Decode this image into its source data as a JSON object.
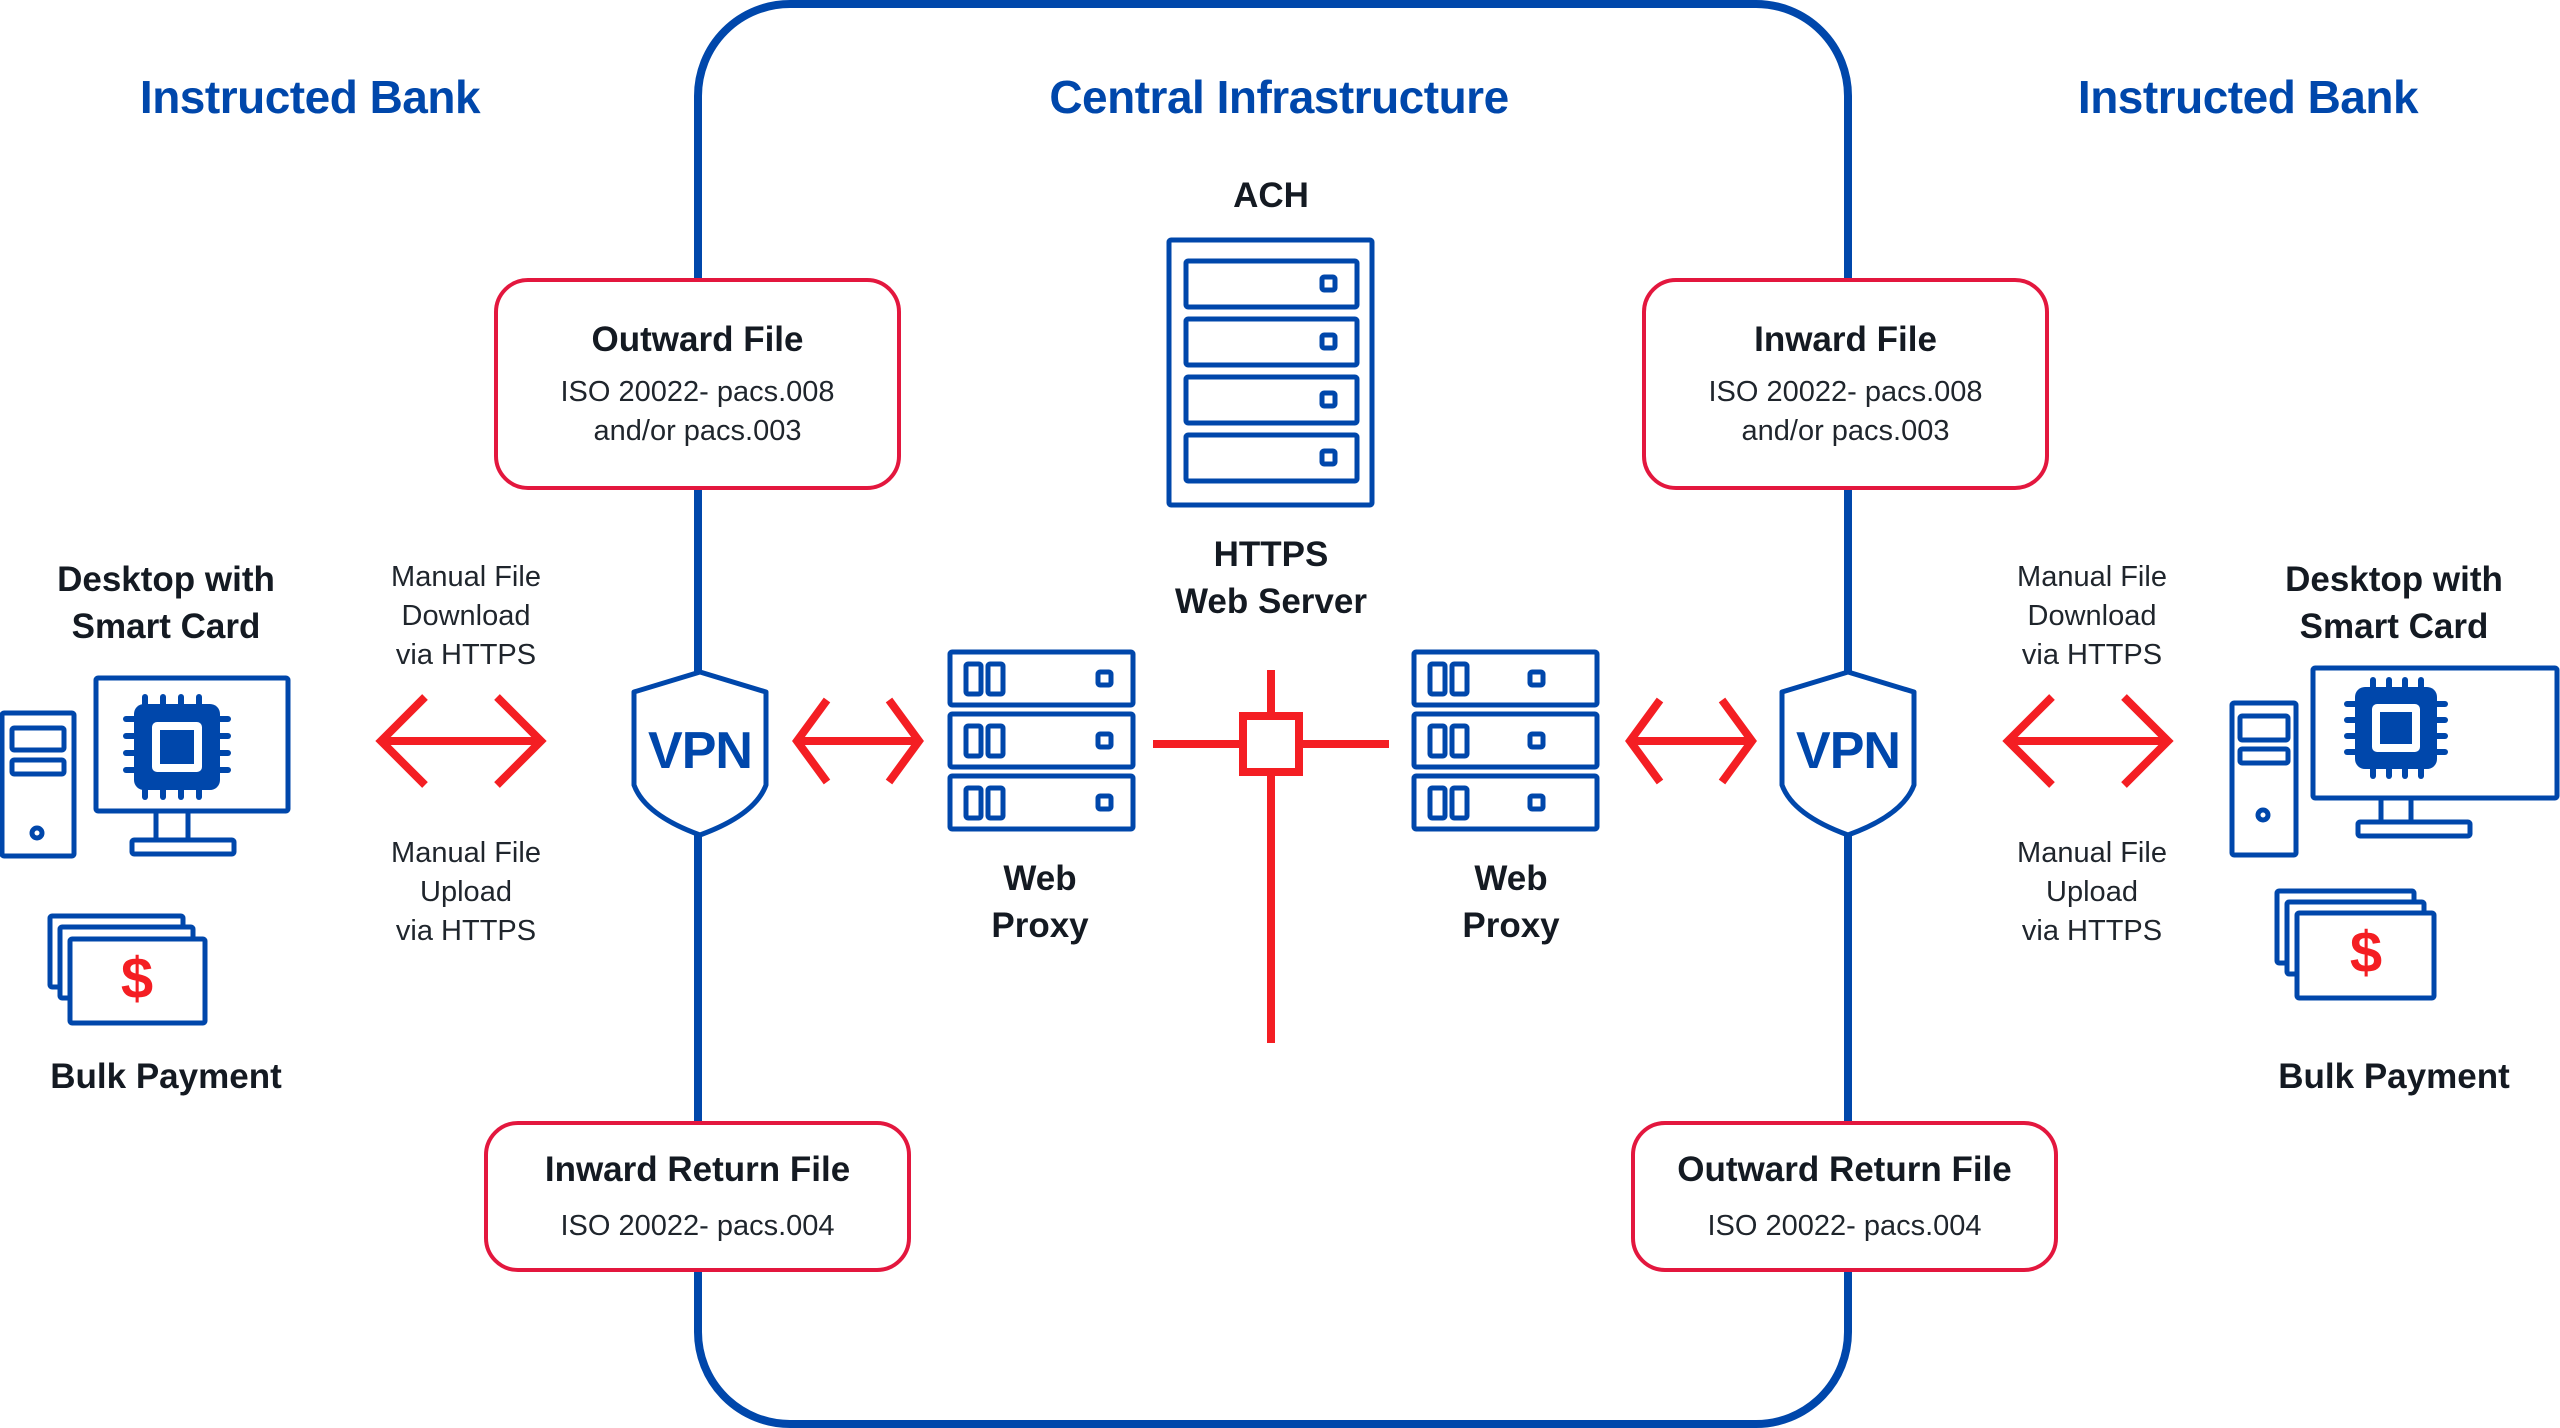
{
  "colors": {
    "primary_blue": "#0047AB",
    "accent_red": "#F41E23",
    "box_border_red": "#E3173E",
    "text_dark": "#141A22"
  },
  "sections": {
    "left_title": "Instructed Bank",
    "center_title": "Central Infrastructure",
    "right_title": "Instructed Bank"
  },
  "central": {
    "ach_label": "ACH",
    "web_server_label_line1": "HTTPS",
    "web_server_label_line2": "Web Server",
    "left_proxy_line1": "Web",
    "left_proxy_line2": "Proxy",
    "right_proxy_line1": "Web",
    "right_proxy_line2": "Proxy",
    "vpn_left": "VPN",
    "vpn_right": "VPN"
  },
  "file_boxes": {
    "outward_file": {
      "title": "Outward File",
      "line1": "ISO 20022- pacs.008",
      "line2": "and/or pacs.003"
    },
    "inward_file": {
      "title": "Inward File",
      "line1": "ISO 20022- pacs.008",
      "line2": "and/or pacs.003"
    },
    "inward_return_file": {
      "title": "Inward Return File",
      "line1": "ISO 20022- pacs.004"
    },
    "outward_return_file": {
      "title": "Outward Return File",
      "line1": "ISO 20022- pacs.004"
    }
  },
  "left_bank": {
    "desktop_line1": "Desktop with",
    "desktop_line2": "Smart Card",
    "bulk_payment": "Bulk Payment",
    "download_line1": "Manual File",
    "download_line2": "Download",
    "download_line3": "via HTTPS",
    "upload_line1": "Manual File",
    "upload_line2": "Upload",
    "upload_line3": "via HTTPS",
    "currency_symbol": "$"
  },
  "right_bank": {
    "desktop_line1": "Desktop with",
    "desktop_line2": "Smart Card",
    "bulk_payment": "Bulk Payment",
    "download_line1": "Manual File",
    "download_line2": "Download",
    "download_line3": "via HTTPS",
    "upload_line1": "Manual File",
    "upload_line2": "Upload",
    "upload_line3": "via HTTPS",
    "currency_symbol": "$"
  }
}
